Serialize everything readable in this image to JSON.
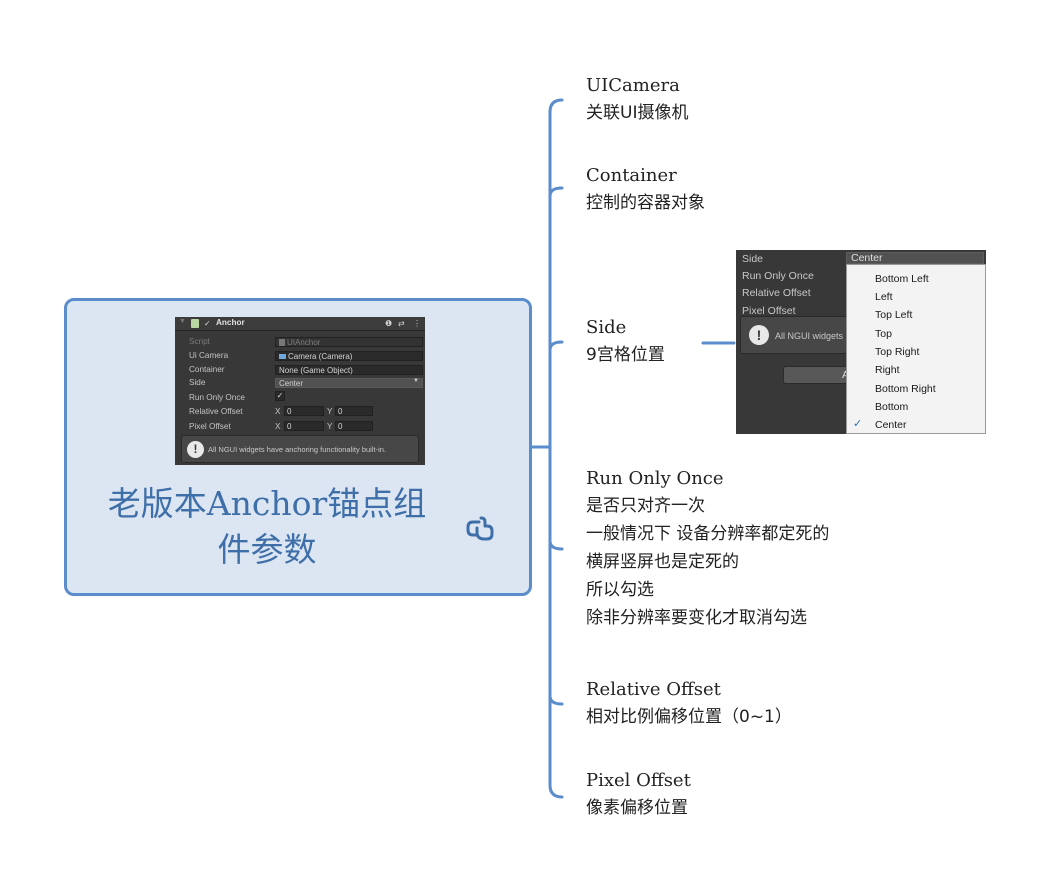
{
  "root": {
    "title_line1": "老版本Anchor锚点组",
    "title_line2": "件参数"
  },
  "inspector": {
    "component_name": "Anchor",
    "check_mark": "✓",
    "header_icons": [
      "help-icon",
      "settings-icon",
      "more-icon"
    ],
    "help_glyph": "❶",
    "settings_glyph": "⇄",
    "more_glyph": "⋮",
    "rows": [
      {
        "label": "Script",
        "value": "UIAnchor"
      },
      {
        "label": "Ui Camera",
        "value": "Camera (Camera)"
      },
      {
        "label": "Container",
        "value": "None (Game Object)"
      },
      {
        "label": "Side",
        "value": "Center"
      },
      {
        "label": "Run Only Once",
        "value": "✓"
      },
      {
        "label": "Relative Offset",
        "x_label": "X",
        "x": "0",
        "y_label": "Y",
        "y": "0"
      },
      {
        "label": "Pixel Offset",
        "x_label": "X",
        "x": "0",
        "y_label": "Y",
        "y": "0"
      }
    ],
    "help_text": "All NGUI widgets have anchoring functionality built-in."
  },
  "branches": [
    {
      "title": "UICamera",
      "lines": [
        "关联UI摄像机"
      ]
    },
    {
      "title": "Container",
      "lines": [
        "控制的容器对象"
      ]
    },
    {
      "title": "Side",
      "lines": [
        "9宫格位置"
      ]
    },
    {
      "title": "Run Only Once",
      "lines": [
        "是否只对齐一次",
        "一般情况下 设备分辨率都定死的",
        "横屏竖屏也是定死的",
        "所以勾选",
        "除非分辨率要变化才取消勾选"
      ]
    },
    {
      "title": "Relative Offset",
      "lines": [
        "相对比例偏移位置（0~1）"
      ]
    },
    {
      "title": "Pixel Offset",
      "lines": [
        "像素偏移位置"
      ]
    }
  ],
  "dropdown_shot": {
    "labels": [
      "Side",
      "Run Only Once",
      "Relative Offset",
      "Pixel Offset"
    ],
    "selected": "Center",
    "help_text": "All NGUI widgets h",
    "button_partial": "A",
    "options": [
      "Bottom Left",
      "Left",
      "Top Left",
      "Top",
      "Top Right",
      "Right",
      "Bottom Right",
      "Bottom",
      "Center"
    ],
    "checked": "Center",
    "check_mark": "✓"
  },
  "colors": {
    "accent": "#5b8ccb",
    "root_fill": "#dce6f3",
    "root_text": "#3f6fa8",
    "editor_bg": "#383838"
  }
}
